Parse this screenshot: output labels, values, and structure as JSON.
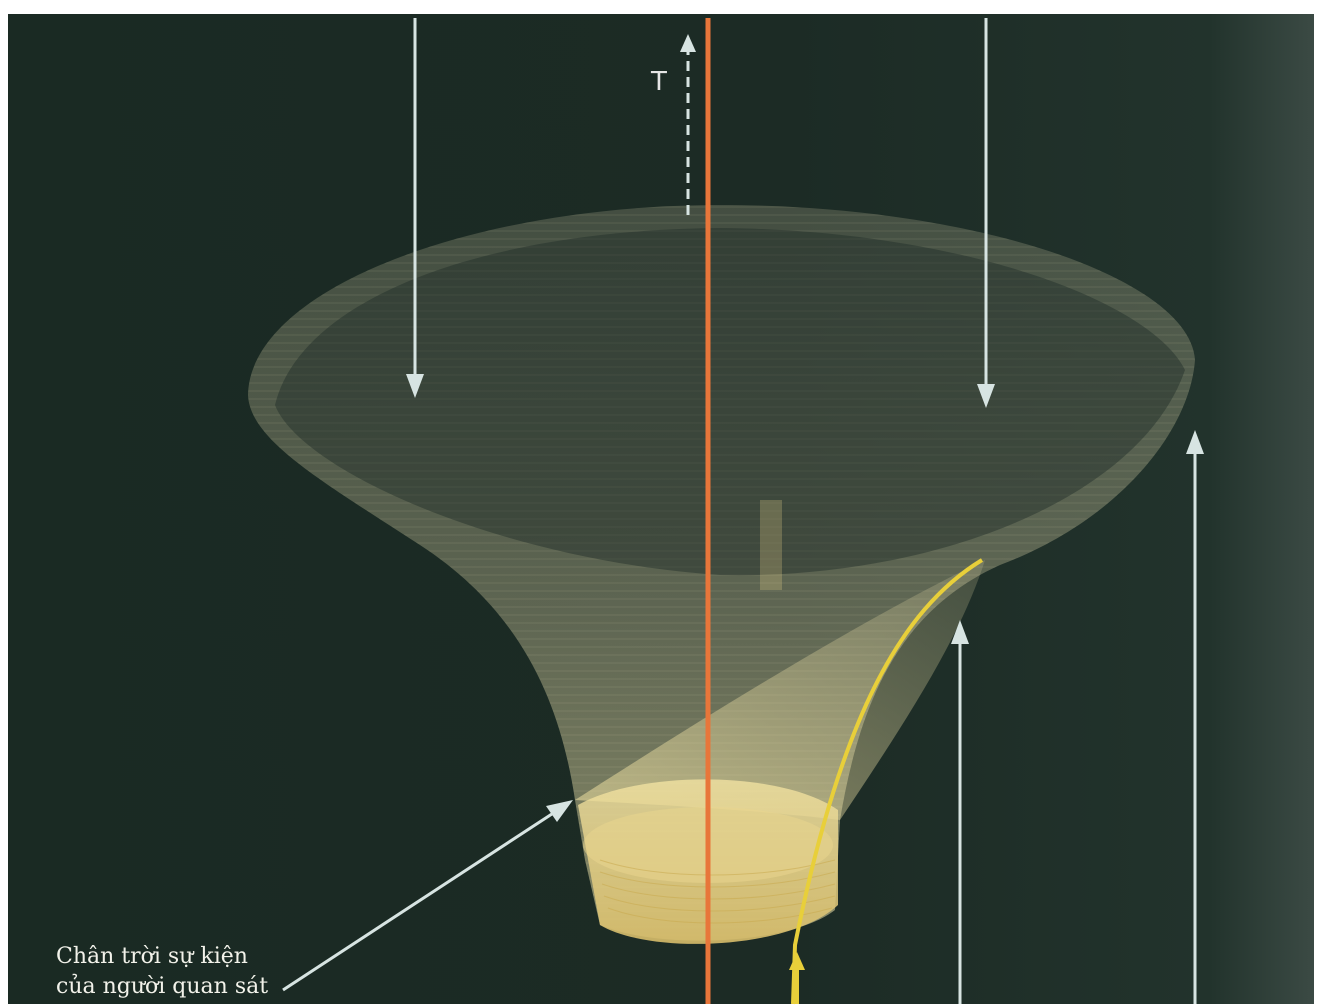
{
  "labels": {
    "time_axis": "T",
    "horizon_caption": [
      "Chân trời sự kiện",
      "của người quan sát"
    ]
  },
  "colors": {
    "background": "#1b2a24",
    "time_axis_line": "#e8763a",
    "funnel": "#d9d2a6",
    "funnel_core": "#f0d98a",
    "worldline": "#e8cf3a",
    "arrows": "#d7e4e2"
  },
  "icons": [
    "arrow-down-icon",
    "arrow-up-icon",
    "arrow-diagonal-icon"
  ]
}
